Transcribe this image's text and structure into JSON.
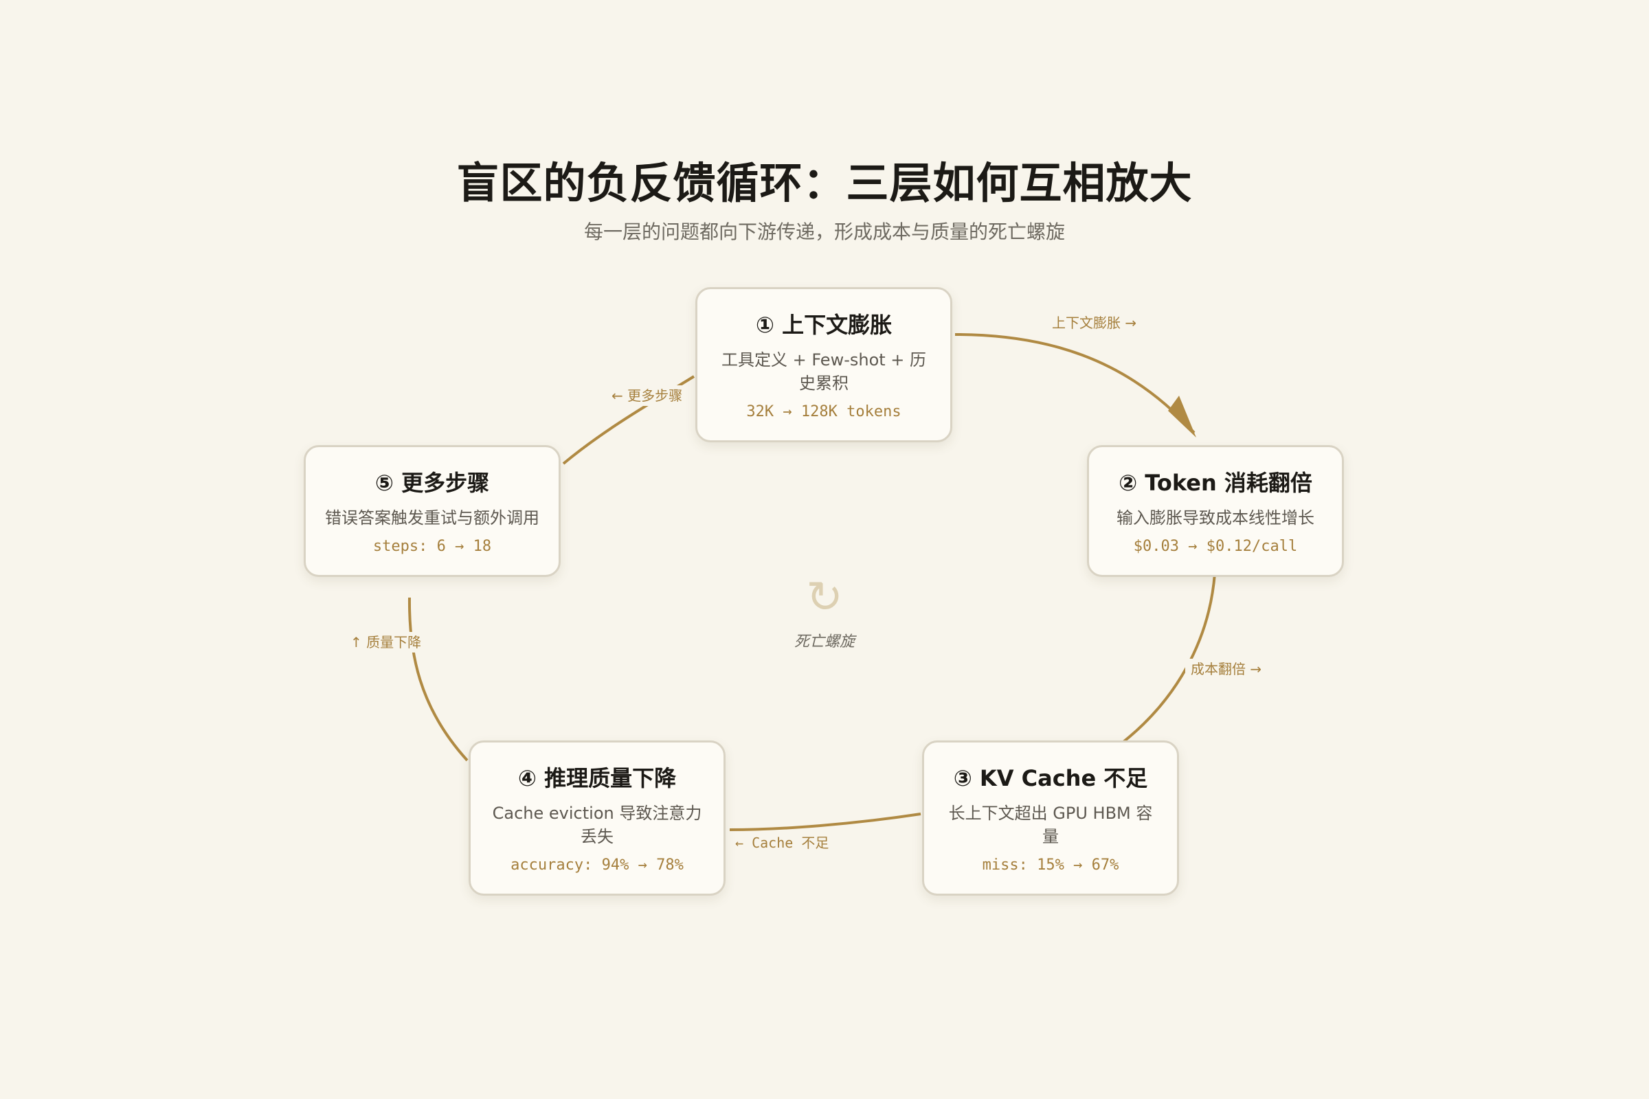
{
  "header": {
    "title": "盲区的负反馈循环：三层如何互相放大",
    "subtitle": "每一层的问题都向下游传递，形成成本与质量的死亡螺旋"
  },
  "colors": {
    "background": "#f8f5ec",
    "accent": "#b08a43",
    "card_bg": "#fdfbf5",
    "card_border": "#d9d3c4"
  },
  "nodes": [
    {
      "title": "① 上下文膨胀",
      "desc": "工具定义 + Few-shot + 历史累积",
      "metric": "32K → 128K tokens"
    },
    {
      "title": "② Token 消耗翻倍",
      "desc": "输入膨胀导致成本线性增长",
      "metric": "$0.03 → $0.12/call"
    },
    {
      "title": "③ KV Cache 不足",
      "desc": "长上下文超出 GPU HBM 容量",
      "metric": "miss: 15% → 67%"
    },
    {
      "title": "④ 推理质量下降",
      "desc": "Cache eviction 导致注意力丢失",
      "metric": "accuracy: 94% → 78%"
    },
    {
      "title": "⑤ 更多步骤",
      "desc": "错误答案触发重试与额外调用",
      "metric": "steps: 6 → 18"
    }
  ],
  "edges": [
    {
      "label": "上下文膨胀 →"
    },
    {
      "label": "成本翻倍 →"
    },
    {
      "label": "← Cache 不足"
    },
    {
      "label": "↑ 质量下降"
    },
    {
      "label": "← 更多步骤"
    }
  ],
  "center": {
    "icon": "cycle-arrow-icon",
    "glyph": "↻",
    "label": "死亡螺旋"
  }
}
